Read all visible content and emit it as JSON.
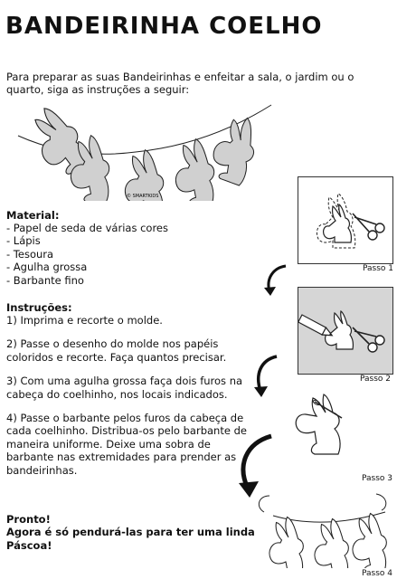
{
  "title": "BANDEIRINHA COELHO",
  "intro": "Para preparar as suas Bandeirinhas e enfeitar a sala, o jardim ou o quarto, siga as instruções a seguir:",
  "credit": "© SMARTKIDS",
  "material": {
    "heading": "Material:",
    "items": [
      "- Papel de seda de várias cores",
      "- Lápis",
      "- Tesoura",
      "- Agulha grossa",
      "- Barbante fino"
    ]
  },
  "instructions": {
    "heading": "Instruções:",
    "steps": [
      "1) Imprima e recorte o molde.",
      "2) Passe o desenho do molde nos papéis coloridos e recorte. Faça quantos precisar.",
      "3) Com uma agulha grossa faça dois furos na cabeça do coelhinho, nos locais indicados.",
      "4) Passe o barbante pelos furos da cabeça de cada coelhinho. Distribua-os pelo barbante de maneira uniforme. Deixe uma sobra de barbante nas extremidades para prender as bandeirinhas."
    ]
  },
  "final": {
    "line1": "Pronto!",
    "line2": "Agora é só pendurá-las para ter uma linda Páscoa!"
  },
  "steps_labels": [
    "Passo 1",
    "Passo 2",
    "Passo 3",
    "Passo 4"
  ]
}
